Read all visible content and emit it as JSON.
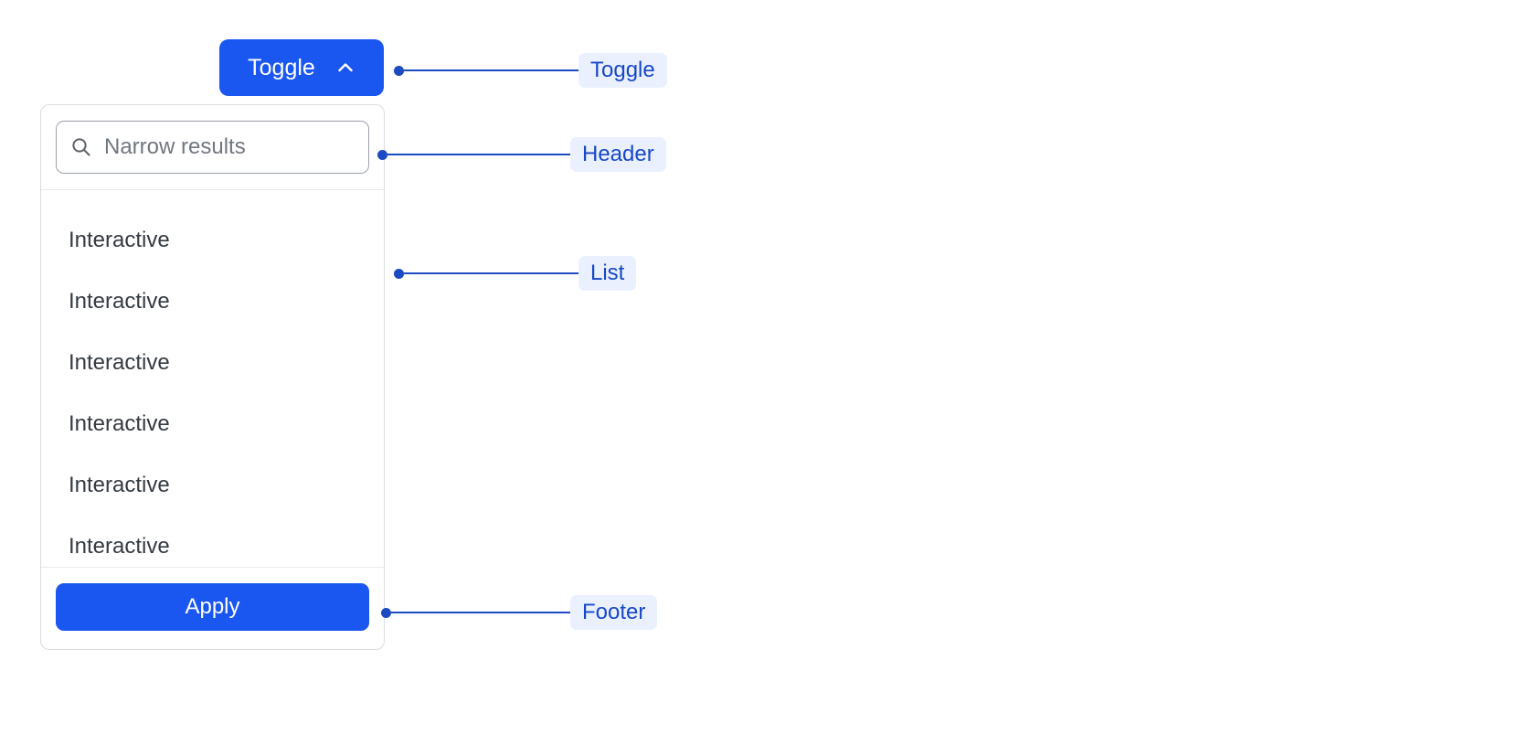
{
  "toggle": {
    "label": "Toggle",
    "icon": "chevron-up-icon",
    "expanded": true,
    "background_color": "#1a56f0",
    "text_color": "#ffffff"
  },
  "panel": {
    "header": {
      "search": {
        "icon": "search-icon",
        "placeholder": "Narrow results",
        "value": ""
      }
    },
    "list": {
      "items": [
        {
          "label": "Interactive"
        },
        {
          "label": "Interactive"
        },
        {
          "label": "Interactive"
        },
        {
          "label": "Interactive"
        },
        {
          "label": "Interactive"
        },
        {
          "label": "Interactive"
        }
      ]
    },
    "footer": {
      "apply_label": "Apply",
      "apply_background_color": "#1a56f0"
    },
    "border_color": "#d9dde3",
    "background_color": "#ffffff"
  },
  "annotations": {
    "accent_color": "#1c4ac0",
    "badge_background": "#eaf0fd",
    "badge_text_color": "#1748c8",
    "items": [
      {
        "label": "Toggle"
      },
      {
        "label": "Header"
      },
      {
        "label": "List"
      },
      {
        "label": "Footer"
      }
    ]
  }
}
